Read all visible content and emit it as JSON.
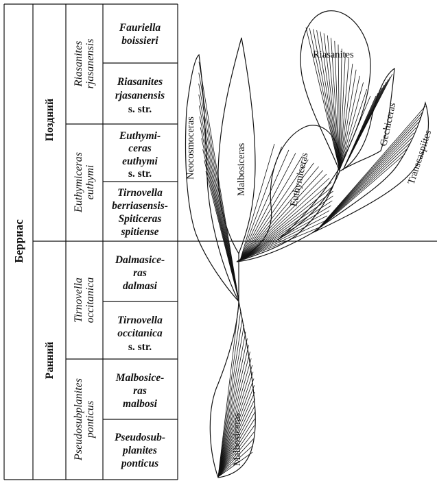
{
  "stage": {
    "label": "Берриас"
  },
  "substages": [
    {
      "id": "late",
      "label": "Поздний"
    },
    {
      "id": "early",
      "label": "Ранний"
    }
  ],
  "zones": [
    {
      "id": "rjasanensis",
      "lines": [
        "Riasanites",
        "rjasanensis"
      ]
    },
    {
      "id": "euthymi",
      "lines": [
        "Euthymiceras",
        "euthymi"
      ]
    },
    {
      "id": "occitanica",
      "lines": [
        "Tirnovella",
        "occitanica"
      ]
    },
    {
      "id": "ponticus",
      "lines": [
        "Pseudosubplanites",
        "ponticus"
      ]
    }
  ],
  "subzones": [
    {
      "id": "boissieri",
      "lines": [
        "Fauriella",
        "boissieri"
      ]
    },
    {
      "id": "rjas-str",
      "lines": [
        "Riasanites",
        "rjasanensis",
        "s. str."
      ]
    },
    {
      "id": "euthymi-str",
      "lines": [
        "Euthymi-",
        "ceras",
        "euthymi",
        "s. str."
      ]
    },
    {
      "id": "berriasensis",
      "lines": [
        "Tirnovella",
        "berriasensis-",
        "Spiticeras",
        "spitiense"
      ]
    },
    {
      "id": "dalmasi",
      "lines": [
        "Dalmasice-",
        "ras",
        "dalmasi"
      ]
    },
    {
      "id": "occit-str",
      "lines": [
        "Tirnovella",
        "occitanica",
        "s. str."
      ]
    },
    {
      "id": "malbosi",
      "lines": [
        "Malbosice-",
        "ras",
        "malbosi"
      ]
    },
    {
      "id": "ponticus-sub",
      "lines": [
        "Pseudosub-",
        "planites",
        "ponticus"
      ]
    }
  ],
  "genera": [
    {
      "id": "neocosmoceras",
      "label": "Neocosmoceras"
    },
    {
      "id": "malbosiceras-upper",
      "label": "Malbosiceras"
    },
    {
      "id": "euthymiceras",
      "label": "Euthymiceras"
    },
    {
      "id": "riasanites",
      "label": "Riasanites"
    },
    {
      "id": "gechiceras",
      "label": "Gechiceras"
    },
    {
      "id": "transcaspiites",
      "label": "Transcaspiites"
    },
    {
      "id": "malbosiceras-lower",
      "label": "Malbosiceras"
    }
  ]
}
